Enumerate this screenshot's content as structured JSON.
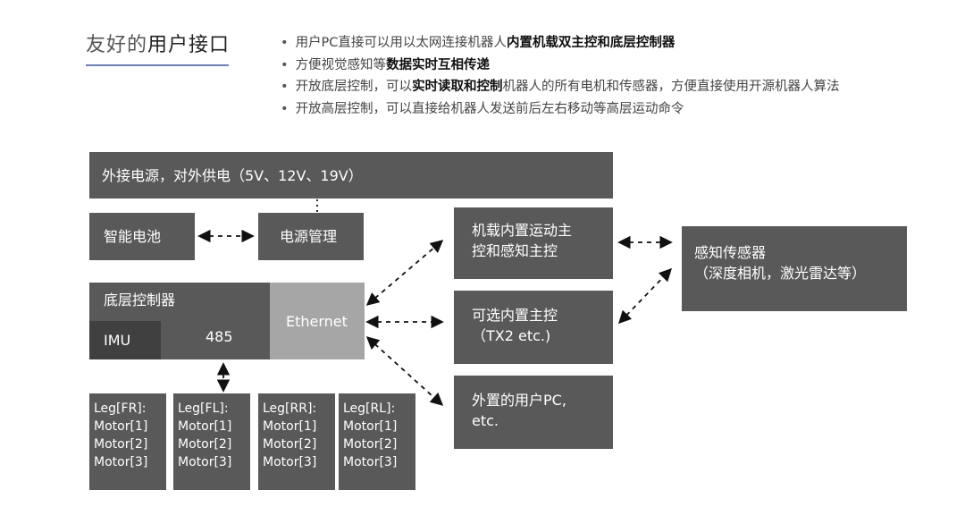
{
  "header": {
    "title_prefix": "友好的",
    "title_main": "用户接口"
  },
  "bullets": [
    {
      "text_a": "用户PC直接可以用以太网连接机器人",
      "bold": "内置机载双主控和底层控制器",
      "text_b": ""
    },
    {
      "text_a": "方便视觉感知等",
      "bold": "数据实时互相传递",
      "text_b": ""
    },
    {
      "text_a": "开放底层控制，可以",
      "bold": "实时读取和控制",
      "text_b": "机器人的所有电机和传感器，方便直接使用开源机器人算法"
    },
    {
      "text_a": "开放高层控制，可以直接给机器人发送前后左右移动等高层运动命令",
      "bold": "",
      "text_b": ""
    }
  ],
  "diagram": {
    "power_supply": "外接电源，对外供电（5V、12V、19V）",
    "smart_battery": "智能电池",
    "power_mgmt": "电源管理",
    "low_level_controller": "底层控制器",
    "imu": "IMU",
    "rs485": "485",
    "ethernet": "Ethernet",
    "onboard_main_line1": "机载内置运动主",
    "onboard_main_line2": "控和感知主控",
    "optional_main_line1": "可选内置主控",
    "optional_main_line2": "（TX2 etc.)",
    "external_pc_line1": "外置的用户PC,",
    "external_pc_line2": "etc.",
    "sensors_line1": "感知传感器",
    "sensors_line2": "（深度相机，激光雷达等）",
    "legs": [
      {
        "name": "Leg[FR]:",
        "motors": [
          "Motor[1]",
          "Motor[2]",
          "Motor[3]"
        ]
      },
      {
        "name": "Leg[FL]:",
        "motors": [
          "Motor[1]",
          "Motor[2]",
          "Motor[3]"
        ]
      },
      {
        "name": "Leg[RR]:",
        "motors": [
          "Motor[1]",
          "Motor[2]",
          "Motor[3]"
        ]
      },
      {
        "name": "Leg[RL]:",
        "motors": [
          "Motor[1]",
          "Motor[2]",
          "Motor[3]"
        ]
      }
    ]
  },
  "colors": {
    "box_dark_gray": "#595959",
    "ethernet_gray": "#a6a6a6",
    "rs485_gray": "#808080",
    "imu_gray": "#404040",
    "title_underline": "#6f7fb6"
  }
}
